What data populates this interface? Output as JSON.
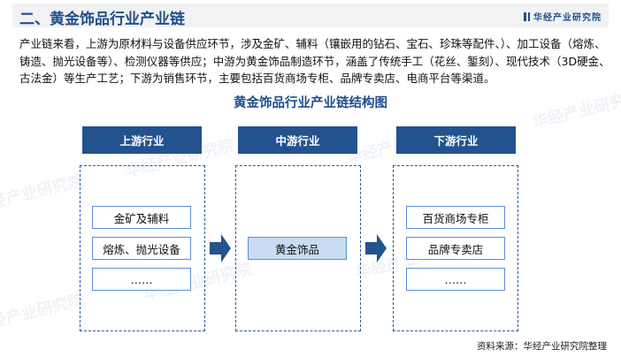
{
  "header": {
    "title": "二、黄金饰品行业产业链",
    "brand": "华经产业研究院"
  },
  "intro": "产业链来看，上游为原材料与设备供应环节，涉及金矿、辅料（镶嵌用的钻石、宝石、珍珠等配件、）、加工设备（熔炼、铸造、抛光设备等）、检测仪器等供应；中游为黄金饰品制造环节，涵盖了传统手工（花丝、錾刻）、现代技术（3D硬金、古法金）等生产工艺；下游为销售环节，主要包括百货商场专柜、品牌专卖店、电商平台等渠道。",
  "diagram": {
    "title": "黄金饰品行业产业链结构图",
    "upstream": {
      "label": "上游行业",
      "items": [
        "金矿及辅料",
        "熔炼、抛光设备",
        "……"
      ]
    },
    "midstream": {
      "label": "中游行业",
      "items": [
        "黄金饰品"
      ]
    },
    "downstream": {
      "label": "下游行业",
      "items": [
        "百货商场专柜",
        "品牌专卖店",
        "……"
      ]
    }
  },
  "watermark": "华经产业研究院",
  "source": "资料来源：华经产业研究院整理",
  "colors": {
    "primary": "#22538f",
    "highlight": "#c9dcf3",
    "item_border": "#5a8fd6"
  }
}
